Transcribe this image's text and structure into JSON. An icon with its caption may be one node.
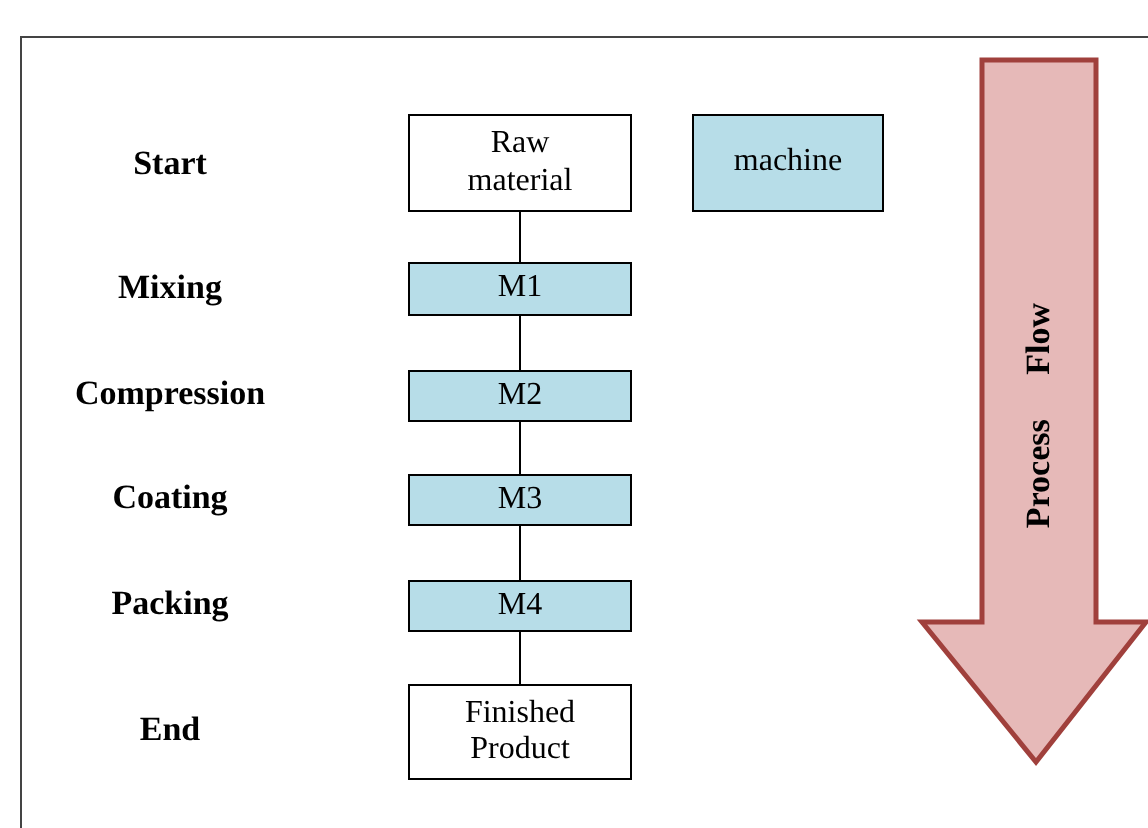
{
  "diagram": {
    "nodes": [
      {
        "text": [
          "Raw material"
        ]
      },
      {
        "text": [
          "machine"
        ]
      },
      {
        "text": [
          "M1"
        ]
      },
      {
        "text": [
          "M2"
        ]
      },
      {
        "text": [
          "M3"
        ]
      },
      {
        "text": [
          "M4"
        ]
      },
      {
        "text": [
          "Finished Product"
        ]
      },
      {
        "text": [
          "Process Flow"
        ]
      }
    ],
    "edges": [
      {
        "from": 0,
        "to": 2,
        "arrow": "none"
      },
      {
        "from": 2,
        "to": 3,
        "arrow": "none"
      },
      {
        "from": 3,
        "to": 4,
        "arrow": "none"
      },
      {
        "from": 4,
        "to": 5,
        "arrow": "none"
      },
      {
        "from": 5,
        "to": 6,
        "arrow": "none"
      }
    ],
    "labels": [
      "Start",
      "Mixing",
      "Compression",
      "Coating",
      "Packing",
      "End"
    ]
  }
}
